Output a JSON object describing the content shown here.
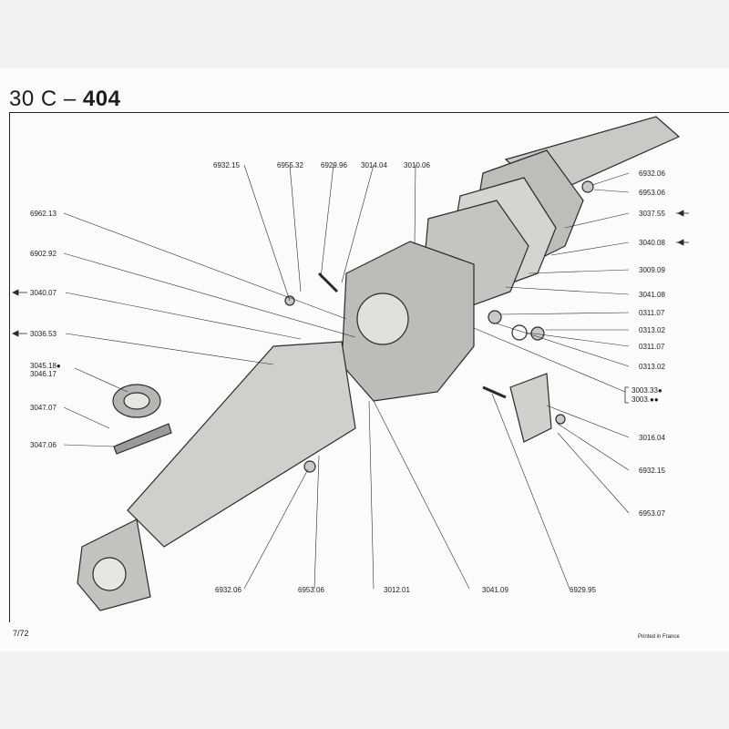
{
  "header": {
    "title_prefix": "30 C –",
    "title_model": "404"
  },
  "footer": {
    "page": "7/72",
    "printed": "Printed in France"
  },
  "part_numbers": {
    "p6932_15_top": "6932.15",
    "p6955_32": "6955.32",
    "p6929_96": "6929.96",
    "p3014_04": "3014.04",
    "p3010_06": "3010.06",
    "p6962_13": "6962.13",
    "p6902_92": "6902.92",
    "p3040_07": "3040.07",
    "p3036_53": "3036.53",
    "p3045_18": "3045.18●",
    "p3046_17": "3046.17",
    "p3047_07": "3047.07",
    "p3047_06": "3047.06",
    "p6932_06_top": "6932.06",
    "p6953_06_top": "6953.06",
    "p3037_55": "3037.55",
    "p3040_08": "3040.08",
    "p3009_09": "3009.09",
    "p3041_08": "3041.08",
    "p0311_07_a": "0311.07",
    "p0313_02_a": "0313.02",
    "p0311_07_b": "0311.07",
    "p0313_02_b": "0313.02",
    "p3003_33": "3003.33●",
    "p3003": "3003.●●",
    "p3016_04": "3016.04",
    "p6932_15_right": "6932.15",
    "p6953_07": "6953.07",
    "p6932_06_bottom": "6932.06",
    "p6953_06_bottom": "6953.06",
    "p3012_01": "3012.01",
    "p3041_09": "3041.09",
    "p6929_95": "6929.95"
  }
}
